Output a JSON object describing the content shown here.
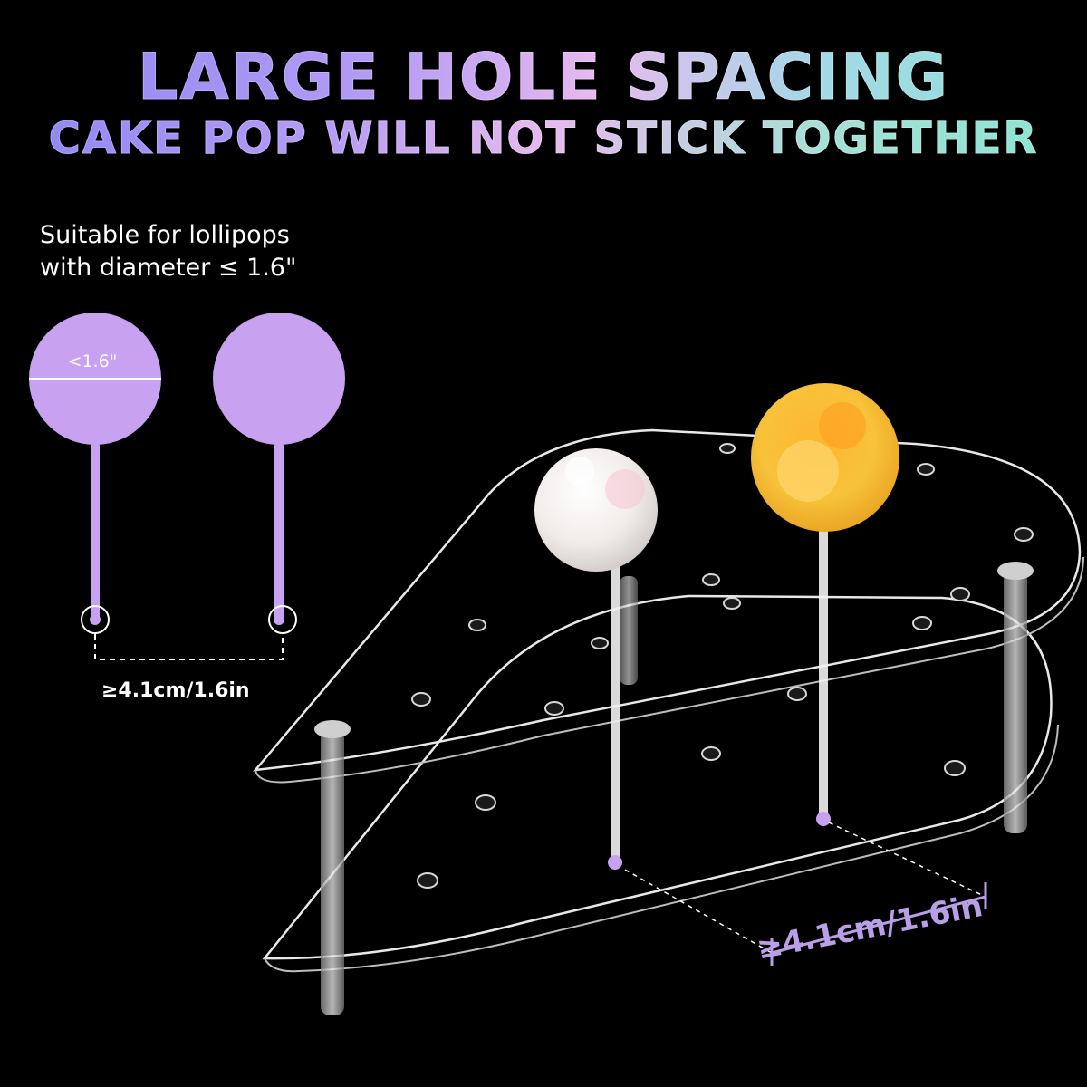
{
  "headline": {
    "line1": "LARGE HOLE SPACING",
    "line2": "CAKE POP WILL NOT STICK TOGETHER"
  },
  "note": {
    "line1": "Suitable for lollipops",
    "line2": "with diameter ≤ 1.6\""
  },
  "diagram": {
    "diameter_label": "<1.6\"",
    "gap_label": "≥4.1cm/1.6in"
  },
  "product": {
    "spacing_label": "≥4.1cm/1.6in"
  },
  "colors": {
    "background": "#000000",
    "lollipop": "#c8a2f0",
    "accent_text": "#b99ee8",
    "cake_pop_white": "#f4efee",
    "cake_pop_orange": "#f6a623"
  }
}
